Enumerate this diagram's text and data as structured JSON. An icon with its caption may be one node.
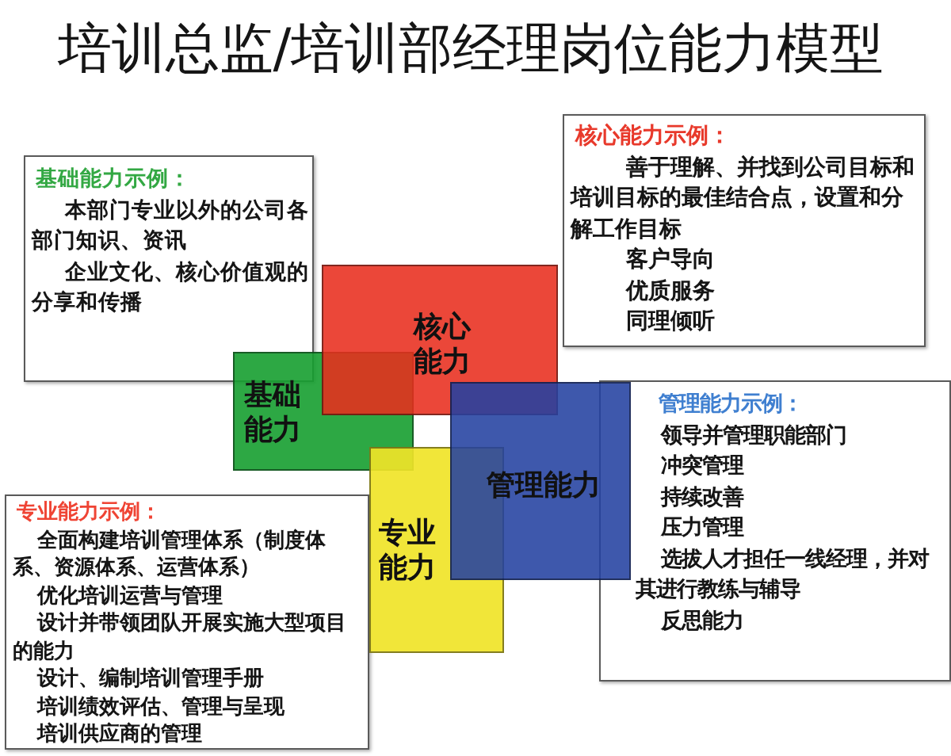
{
  "diagram": {
    "title": "培训总监/培训部经理岗位能力模型",
    "nodes": [
      {
        "text": [
          "基础能力示例：",
          "本部门专业以外的公司各部门知识、资讯",
          "企业文化、核心价值观的分享和传播"
        ]
      },
      {
        "text": [
          "核心能力示例：",
          "善于理解、并找到公司目标和培训目标的最佳结合点，设置和分解工作目标",
          "客户导向",
          "优质服务",
          "同理倾听"
        ]
      },
      {
        "text": [
          "基础能力"
        ]
      },
      {
        "text": [
          "核心能力"
        ]
      },
      {
        "text": [
          "专业能力"
        ]
      },
      {
        "text": [
          "管理能力"
        ]
      },
      {
        "text": [
          "专业能力示例：",
          "全面构建培训管理体系（制度体系、资源体系、运营体系）",
          "优化培训运营与管理",
          "设计并带领团队开展实施大型项目的能力",
          "设计、编制培训管理手册",
          "培训绩效评估、管理与呈现",
          "培训供应商的管理"
        ]
      },
      {
        "text": [
          "管理能力示例：",
          "领导并管理职能部门",
          "冲突管理",
          "持续改善",
          "压力管理",
          "选拔人才担任一线经理，并对其进行教练与辅导",
          "反思能力"
        ]
      }
    ]
  }
}
